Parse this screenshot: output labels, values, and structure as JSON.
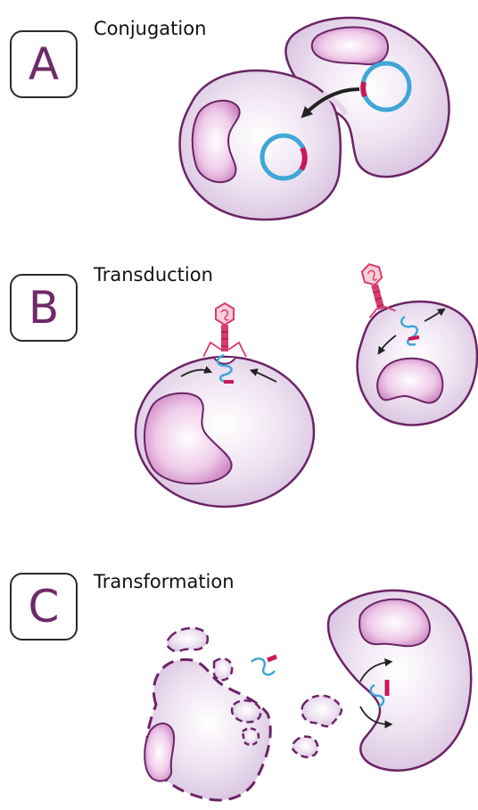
{
  "panels": [
    {
      "letter": "A",
      "title": "Conjugation"
    },
    {
      "letter": "B",
      "title": "Transduction"
    },
    {
      "letter": "C",
      "title": "Transformation"
    }
  ],
  "colors": {
    "membrane": "#6b2466",
    "cell_fill": "#e7d8ec",
    "nucleoid": "#cf8fc9",
    "plasmid": "#3fa6d8",
    "gene": "#c8185a",
    "phage": "#d93c6c",
    "arrow": "#222222"
  }
}
